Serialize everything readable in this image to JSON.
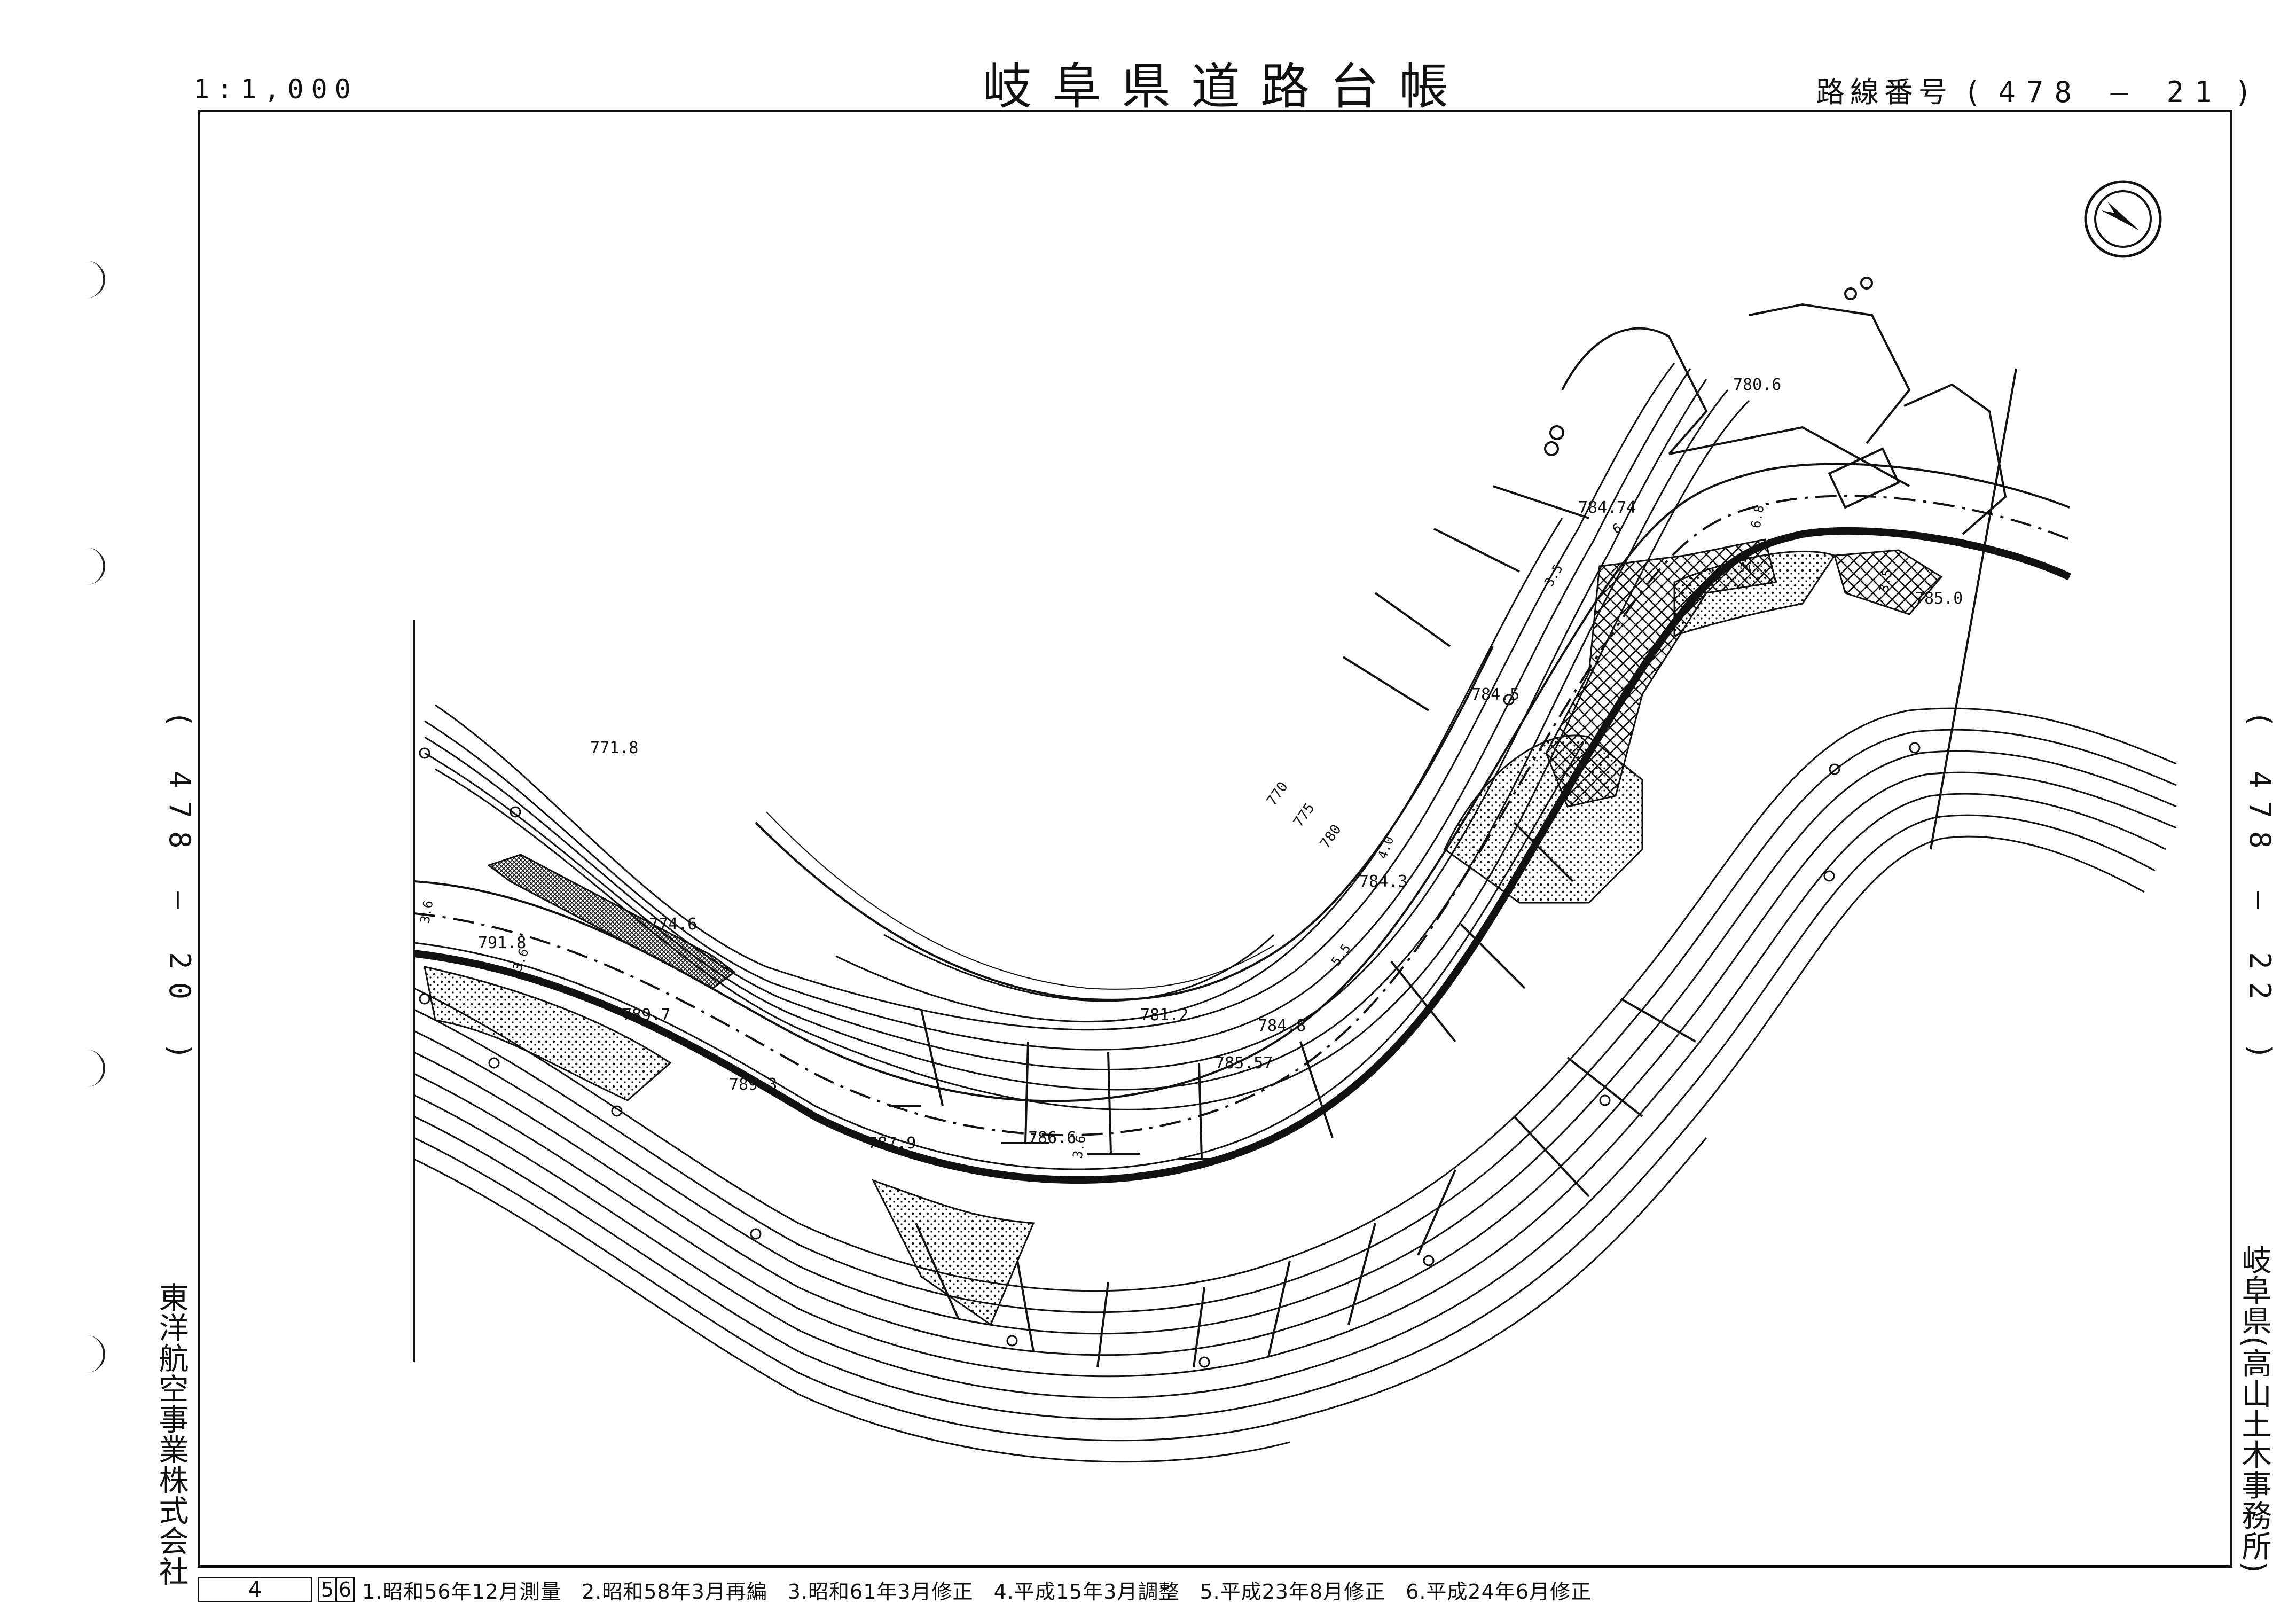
{
  "header": {
    "scale": "1:1,000",
    "title": "岐阜県道路台帳",
    "route_label": "路線番号",
    "route_open": "(",
    "route_number": "478 — 21",
    "route_close": ")"
  },
  "margins": {
    "adjacent_left": "( 478 — 20 )",
    "adjacent_right": "( 478 — 22 )",
    "company": "東洋航空事業株式会社",
    "office": "岐阜県(高山土木事務所)"
  },
  "footer": {
    "sheet_index": "4",
    "sheet_cells": [
      "5",
      "6"
    ],
    "history": [
      "1.昭和56年12月測量",
      "2.昭和58年3月再編",
      "3.昭和61年3月修正",
      "4.平成15年3月調整",
      "5.平成23年8月修正",
      "6.平成24年6月修正"
    ]
  },
  "map": {
    "elevations": [
      "791.8",
      "789.7",
      "789.3",
      "787.9",
      "786.6",
      "785.57",
      "784.8",
      "781.2",
      "774.6",
      "771.8",
      "784.3",
      "784.5",
      "784.74",
      "785.0",
      "780.6"
    ],
    "contour_labels": [
      "770",
      "775",
      "780"
    ],
    "width_labels": [
      "3.6",
      "3.6",
      "4.0",
      "6",
      "3.6",
      "5.5",
      "6.8",
      "3.5",
      "3.5",
      "25"
    ],
    "colors": {
      "ink": "#111111",
      "paper": "#ffffff"
    },
    "icons": [
      "north-arrow-icon",
      "binding-hole-icon"
    ]
  }
}
